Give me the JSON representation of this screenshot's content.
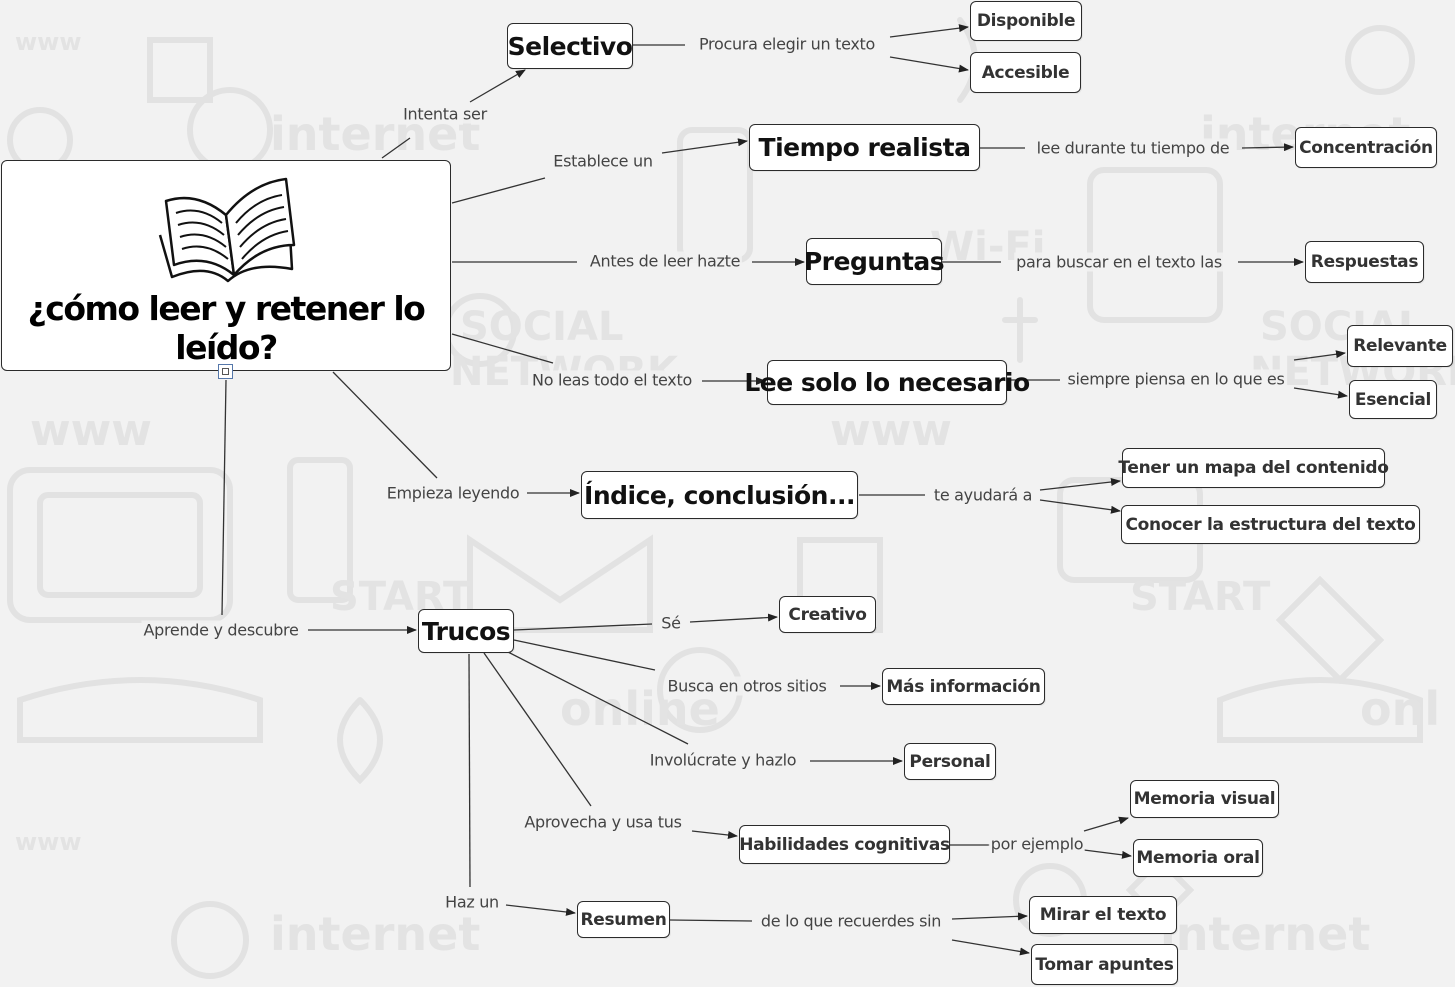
{
  "diagram": {
    "root": {
      "title": "¿cómo leer y retener lo leído?",
      "icon": "open-book-icon"
    },
    "nodes": {
      "selectivo": "Selectivo",
      "disponible": "Disponible",
      "accesible": "Accesible",
      "tiempo": "Tiempo realista",
      "concentracion": "Concentración",
      "preguntas": "Preguntas",
      "respuestas": "Respuestas",
      "lee_solo": "Lee solo lo necesario",
      "relevante": "Relevante",
      "esencial": "Esencial",
      "indice": "Índice, conclusión...",
      "mapa": "Tener un mapa del contenido",
      "estructura": "Conocer la estructura del texto",
      "trucos": "Trucos",
      "creativo": "Creativo",
      "mas_info": "Más información",
      "personal": "Personal",
      "habilidades": "Habilidades cognitivas",
      "mem_visual": "Memoria visual",
      "mem_oral": "Memoria oral",
      "resumen": "Resumen",
      "mirar": "Mirar el texto",
      "tomar": "Tomar apuntes"
    },
    "links": {
      "intenta_ser": "Intenta ser",
      "procura": "Procura elegir un texto",
      "establece": "Establece un",
      "lee_durante": "lee durante tu tiempo de",
      "antes": "Antes de leer hazte",
      "para_buscar": "para buscar en el texto las",
      "no_leas": "No leas todo el texto",
      "siempre": "siempre piensa en lo que es",
      "empieza": "Empieza leyendo",
      "te_ayudara": "te ayudará a",
      "aprende": "Aprende y descubre",
      "se": "Sé",
      "busca": "Busca en otros sitios",
      "involucrate": "Involúcrate y hazlo",
      "aprovecha": "Aprovecha y usa tus",
      "por_ejemplo": "por ejemplo",
      "haz_un": "Haz un",
      "de_lo_que": "de lo que recuerdes sin"
    },
    "background_words": [
      "internet",
      "SOCIAL NETWORK",
      "www",
      "START",
      "online",
      "Wi-Fi"
    ],
    "colors": {
      "background": "#f2f2f2",
      "node_fill": "#ffffff",
      "border": "#2b2b2b",
      "line": "#333333",
      "text": "#111111",
      "label": "#444444"
    }
  }
}
